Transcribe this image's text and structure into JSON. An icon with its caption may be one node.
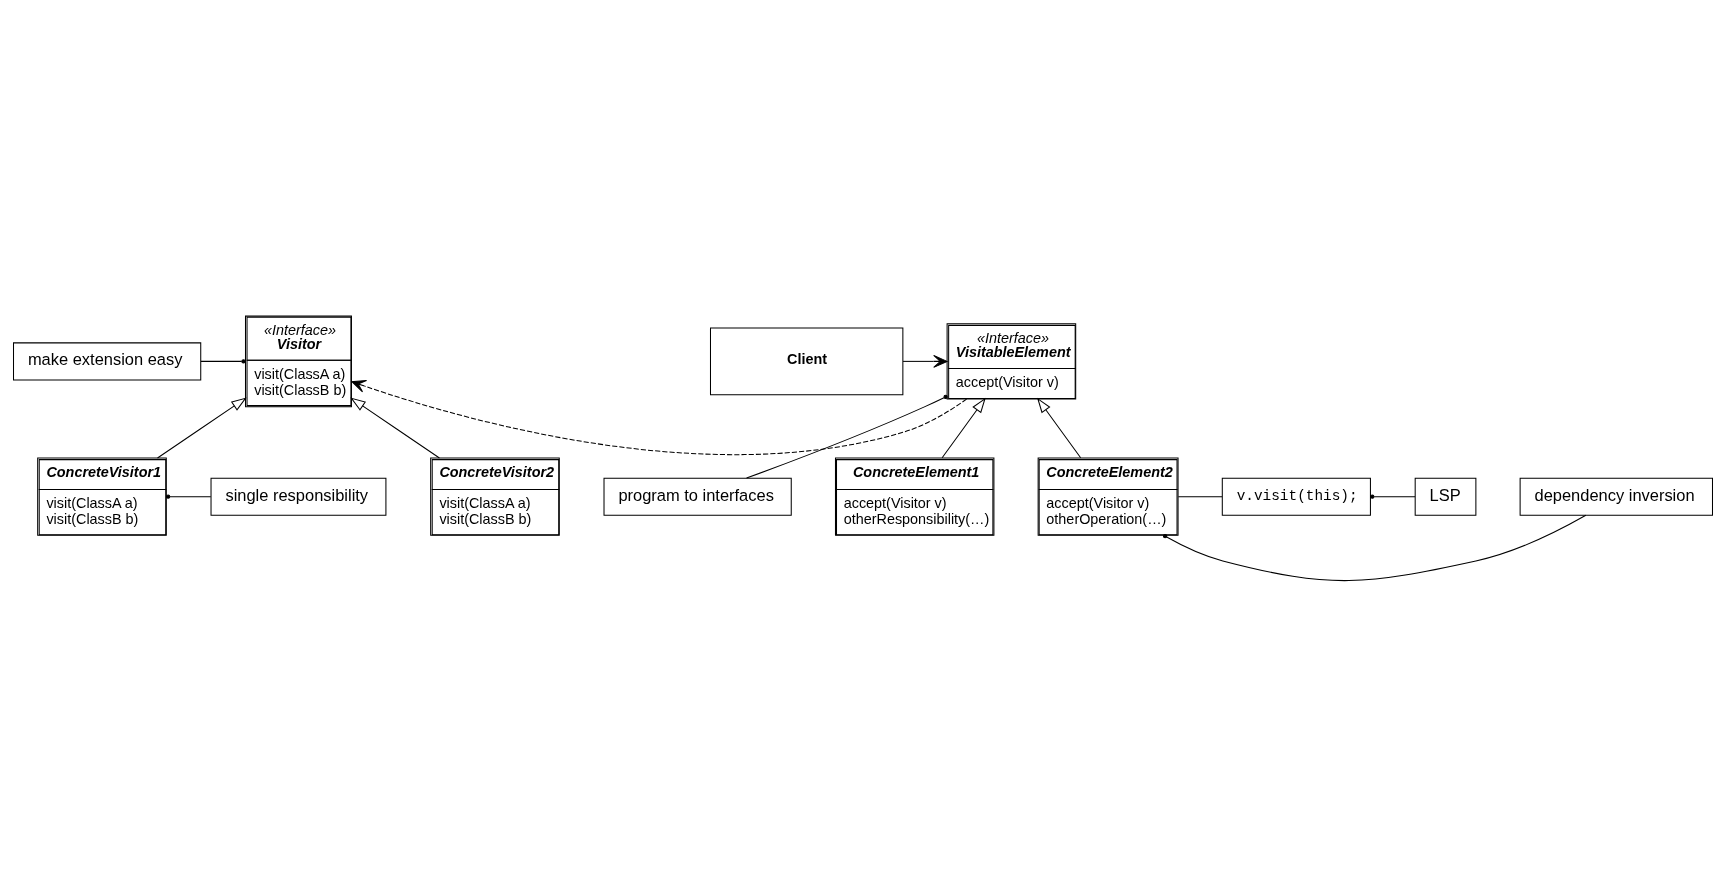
{
  "diagram": {
    "nodes": [
      {
        "text": [
          "make extension easy"
        ]
      },
      {
        "text": [
          "«Interface»",
          "Visitor",
          "visit(ClassA a)",
          "visit(ClassB b)"
        ]
      },
      {
        "text": [
          "program to interfaces"
        ]
      },
      {
        "text": [
          "ConcreteVisitor1",
          "visit(ClassA a)",
          "visit(ClassB b)"
        ]
      },
      {
        "text": [
          "ConcreteVisitor2",
          "visit(ClassA a)",
          "visit(ClassB b)"
        ]
      },
      {
        "text": [
          "«Interface»",
          "VisitableElement",
          "accept(Visitor v)"
        ]
      },
      {
        "text": [
          "Client"
        ]
      },
      {
        "text": [
          "single responsibility"
        ]
      },
      {
        "text": [
          "LSP"
        ]
      },
      {
        "text": [
          "v.visit(this);"
        ]
      },
      {
        "text": [
          "ConcreteElement1",
          "accept(Visitor v)",
          "otherResponsibility(…)"
        ]
      },
      {
        "text": [
          "ConcreteElement2",
          "accept(Visitor v)",
          "otherOperation(…)"
        ]
      },
      {
        "text": [
          "dependency inversion"
        ]
      }
    ],
    "edges": [
      {
        "from": 0,
        "to": 1,
        "arrow": "other"
      },
      {
        "from": 3,
        "to": 1,
        "arrow": "to"
      },
      {
        "from": 4,
        "to": 1,
        "arrow": "to"
      },
      {
        "from": 5,
        "to": 1,
        "arrow": "to",
        "style": "dashed"
      },
      {
        "from": 2,
        "to": 5,
        "arrow": "other"
      },
      {
        "from": 6,
        "to": 5,
        "arrow": "to"
      },
      {
        "from": 7,
        "to": 3,
        "arrow": "other"
      },
      {
        "from": 10,
        "to": 5,
        "arrow": "to"
      },
      {
        "from": 11,
        "to": 5,
        "arrow": "to"
      },
      {
        "from": 8,
        "to": 9,
        "arrow": "other"
      },
      {
        "from": 9,
        "to": 11,
        "arrow": "none"
      },
      {
        "from": 12,
        "to": 11,
        "arrow": "other"
      }
    ]
  }
}
